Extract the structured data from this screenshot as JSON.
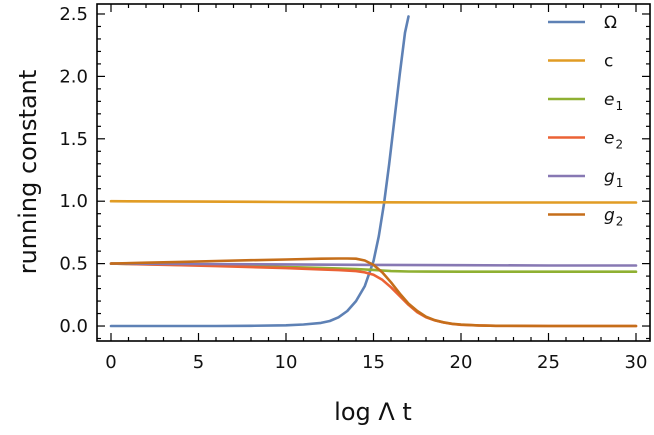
{
  "chart_data": {
    "type": "line",
    "title": "",
    "xlabel": "log Λ t",
    "ylabel": "running constant",
    "xlim": [
      -0.8,
      30.8
    ],
    "ylim": [
      -0.12,
      2.58
    ],
    "x_ticks": [
      0,
      5,
      10,
      15,
      20,
      25,
      30
    ],
    "x_tick_labels": [
      "0",
      "5",
      "10",
      "15",
      "20",
      "25",
      "30"
    ],
    "y_ticks": [
      0.0,
      0.5,
      1.0,
      1.5,
      2.0,
      2.5
    ],
    "y_tick_labels": [
      "0.0",
      "0.5",
      "1.0",
      "1.5",
      "2.0",
      "2.5"
    ],
    "grid": false,
    "legend_position": "top-right",
    "series": [
      {
        "name": "Ω",
        "sub": "",
        "color": "#5E81B5",
        "x": [
          0,
          2,
          4,
          6,
          8,
          10,
          11,
          12,
          12.5,
          13,
          13.5,
          14,
          14.5,
          15,
          15.3,
          15.6,
          15.9,
          16.2,
          16.5,
          16.8,
          17
        ],
        "y": [
          0,
          0,
          0,
          0,
          0.002,
          0.006,
          0.012,
          0.025,
          0.04,
          0.07,
          0.12,
          0.2,
          0.32,
          0.52,
          0.72,
          0.98,
          1.3,
          1.66,
          2.02,
          2.35,
          2.48
        ]
      },
      {
        "name": "c",
        "sub": "",
        "color": "#E19C24",
        "x": [
          0,
          5,
          10,
          15,
          20,
          25,
          30
        ],
        "y": [
          1.0,
          0.997,
          0.994,
          0.991,
          0.99,
          0.99,
          0.99
        ]
      },
      {
        "name": "e",
        "sub": "1",
        "color": "#8FB032",
        "x": [
          0,
          2,
          4,
          6,
          8,
          10,
          12,
          14,
          15,
          15.5,
          16,
          17,
          18,
          20,
          25,
          30
        ],
        "y": [
          0.5,
          0.495,
          0.49,
          0.485,
          0.48,
          0.473,
          0.466,
          0.457,
          0.45,
          0.445,
          0.44,
          0.437,
          0.436,
          0.435,
          0.435,
          0.435
        ]
      },
      {
        "name": "e",
        "sub": "2",
        "color": "#EB6235",
        "x": [
          0,
          2,
          4,
          6,
          8,
          10,
          12,
          13,
          14,
          14.5,
          15,
          15.5,
          16,
          16.5,
          17,
          17.5,
          18,
          18.5,
          19,
          19.5,
          20,
          21,
          22,
          25,
          30
        ],
        "y": [
          0.5,
          0.494,
          0.487,
          0.48,
          0.472,
          0.464,
          0.454,
          0.448,
          0.44,
          0.43,
          0.41,
          0.37,
          0.31,
          0.24,
          0.17,
          0.11,
          0.07,
          0.045,
          0.028,
          0.016,
          0.01,
          0.005,
          0.002,
          0.0,
          0.0
        ]
      },
      {
        "name": "g",
        "sub": "1",
        "color": "#8778B3",
        "x": [
          0,
          5,
          10,
          15,
          20,
          25,
          30
        ],
        "y": [
          0.5,
          0.497,
          0.494,
          0.49,
          0.487,
          0.485,
          0.485
        ]
      },
      {
        "name": "g",
        "sub": "2",
        "color": "#C56E1A",
        "x": [
          0,
          2,
          4,
          6,
          8,
          10,
          12,
          13,
          13.5,
          14,
          14.5,
          15,
          15.5,
          16,
          16.5,
          17,
          17.5,
          18,
          18.5,
          19,
          19.5,
          20,
          21,
          22,
          25,
          30
        ],
        "y": [
          0.5,
          0.507,
          0.514,
          0.521,
          0.527,
          0.533,
          0.539,
          0.541,
          0.541,
          0.539,
          0.525,
          0.49,
          0.43,
          0.35,
          0.26,
          0.18,
          0.12,
          0.075,
          0.047,
          0.03,
          0.018,
          0.011,
          0.005,
          0.002,
          0.0,
          0.0
        ]
      }
    ]
  }
}
